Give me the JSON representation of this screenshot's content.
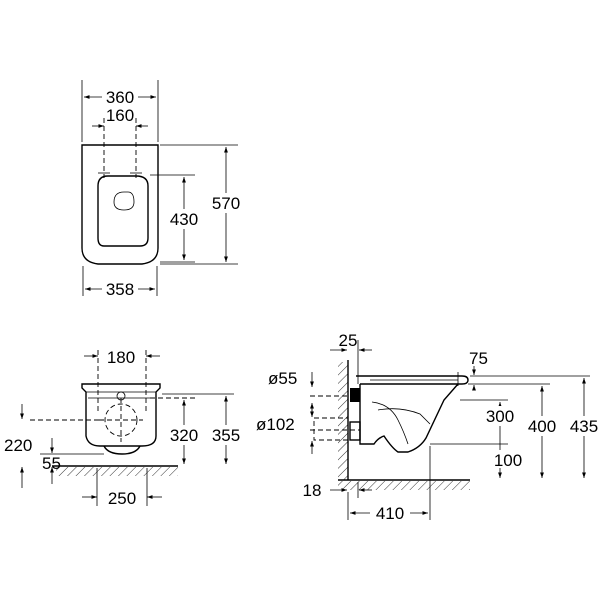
{
  "top_view": {
    "dim_width": "360",
    "dim_fixing": "160",
    "dim_rim_length": "430",
    "dim_total_length": "570",
    "dim_bottom_width": "358"
  },
  "front_view": {
    "dim_fixing": "180",
    "dim_outlet_height": "220",
    "dim_outlet_offset": "55",
    "dim_fixing_height": "320",
    "dim_rim_height": "355",
    "dim_base_width": "250"
  },
  "side_view": {
    "dim_wall_gap": "25",
    "dim_inlet_diam": "ø55",
    "dim_outlet_diam": "ø102",
    "dim_seat_setback": "75",
    "dim_pan_height": "300",
    "dim_seat_height": "400",
    "dim_total_height": "435",
    "dim_bottom_offset": "100",
    "dim_wall_offset": "18",
    "dim_outlet_to_pan": "410"
  }
}
